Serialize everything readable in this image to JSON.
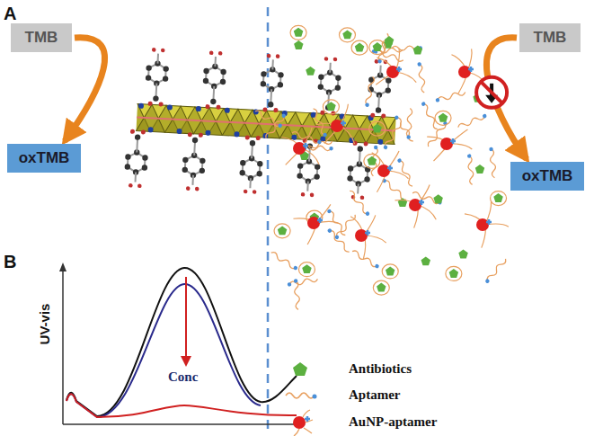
{
  "diagram": {
    "nodes": [
      {
        "text": [
          "TMB"
        ]
      },
      {
        "text": [
          "oxTMB"
        ]
      },
      {
        "text": [
          "TMB"
        ]
      },
      {
        "text": [
          "oxTMB"
        ]
      }
    ],
    "edges": [
      {
        "from": 0,
        "to": 1,
        "arrow": "to"
      },
      {
        "from": 2,
        "to": 3,
        "arrow": "to"
      }
    ],
    "labels": [
      "A",
      "B",
      "UV-vis",
      "Conc"
    ],
    "legend": [
      {
        "text": "Antibiotics"
      },
      {
        "text": "Aptamer"
      },
      {
        "text": "AuNP-aptamer"
      }
    ]
  }
}
